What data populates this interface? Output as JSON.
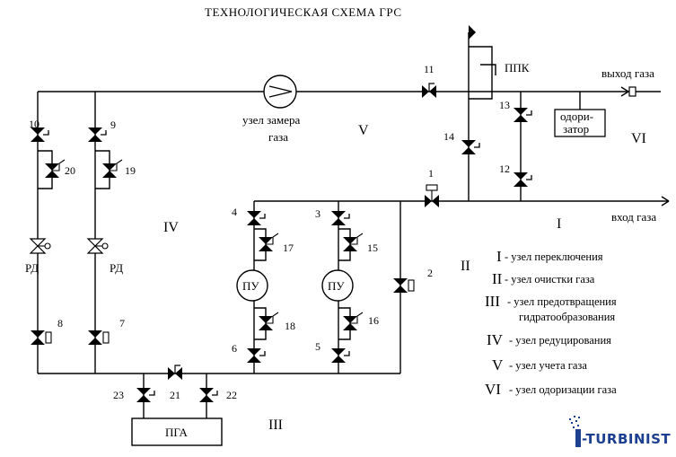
{
  "title": "ТЕХНОЛОГИЧЕСКАЯ   СХЕМА  ГРС",
  "labels": {
    "gas_out": "выход газа",
    "gas_in": "вход газа",
    "meter_1": "узел  замера",
    "meter_2": "газа",
    "odorizer_1": "одори-",
    "odorizer_2": "затор",
    "ppk": "ППК",
    "pga": "ПГА",
    "pu": "ПУ",
    "rd": "РД"
  },
  "valve_numbers": {
    "v1": "1",
    "v2": "2",
    "v3": "3",
    "v4": "4",
    "v5": "5",
    "v6": "6",
    "v7": "7",
    "v8": "8",
    "v9": "9",
    "v10": "10",
    "v11": "11",
    "v12": "12",
    "v13": "13",
    "v14": "14",
    "v15": "15",
    "v16": "16",
    "v17": "17",
    "v18": "18",
    "v19": "19",
    "v20": "20",
    "v21": "21",
    "v22": "22",
    "v23": "23"
  },
  "zones": {
    "I": "I",
    "II": "II",
    "III": "III",
    "IV": "IV",
    "V": "V",
    "VI": "VI"
  },
  "legend": [
    {
      "num": "I",
      "text": "- узел переключения"
    },
    {
      "num": "II",
      "text": "- узел очистки  газа"
    },
    {
      "num": "III",
      "text": "- узел предотвращения",
      "text2": "гидратообразования"
    },
    {
      "num": "IV",
      "text": "- узел редуцирования"
    },
    {
      "num": "V",
      "text": "- узел учета газа"
    },
    {
      "num": "VI",
      "text": "- узел одоризации газа"
    }
  ],
  "logo": "-TURBINIST",
  "logo_color": "#1c3f8f"
}
